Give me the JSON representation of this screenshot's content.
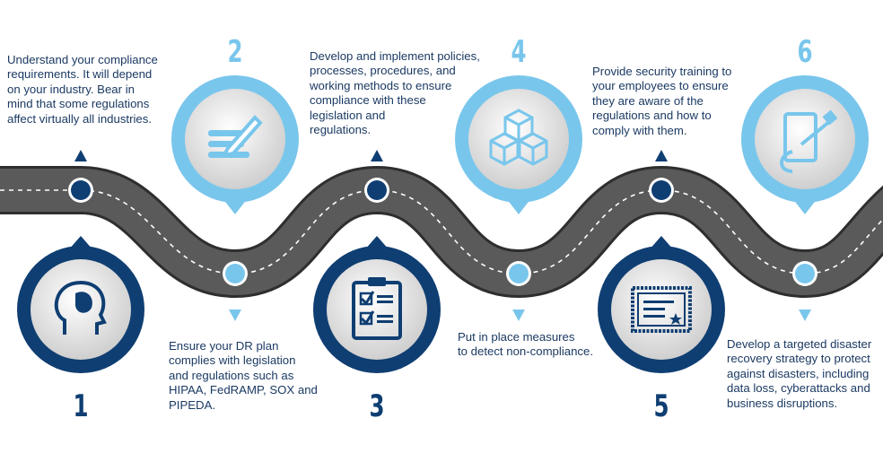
{
  "title": "Compliance roadmap",
  "colors": {
    "dark": "#0f3e72",
    "light": "#79c6ec",
    "road": "#595959"
  },
  "steps": [
    {
      "number": "1",
      "icon": "head-brain-icon",
      "text": "Understand your compliance\nrequirements. It will depend\non your industry. Bear in\nmind that some regulations\naffect virtually all industries."
    },
    {
      "number": "2",
      "icon": "pen-lines-icon",
      "text": "Ensure your DR plan\ncomplies with legislation\nand regulations such as\nHIPAA, FedRAMP, SOX and\nPIPEDA."
    },
    {
      "number": "3",
      "icon": "clipboard-checklist-icon",
      "text": "Develop and implement policies,\nprocesses, procedures, and\nworking methods to ensure\ncompliance with these\nlegislation and\nregulations."
    },
    {
      "number": "4",
      "icon": "cubes-icon",
      "text": "Put in place measures\nto detect non-compliance."
    },
    {
      "number": "5",
      "icon": "certificate-icon",
      "text": "Provide security training to\nyour employees to ensure\nthey are aware of the\nregulations and how to\ncomply with them."
    },
    {
      "number": "6",
      "icon": "tablet-plug-icon",
      "text": "Develop a targeted disaster\nrecovery strategy to protect\nagainst disasters, including\ndata loss, cyberattacks and\nbusiness disruptions."
    }
  ]
}
